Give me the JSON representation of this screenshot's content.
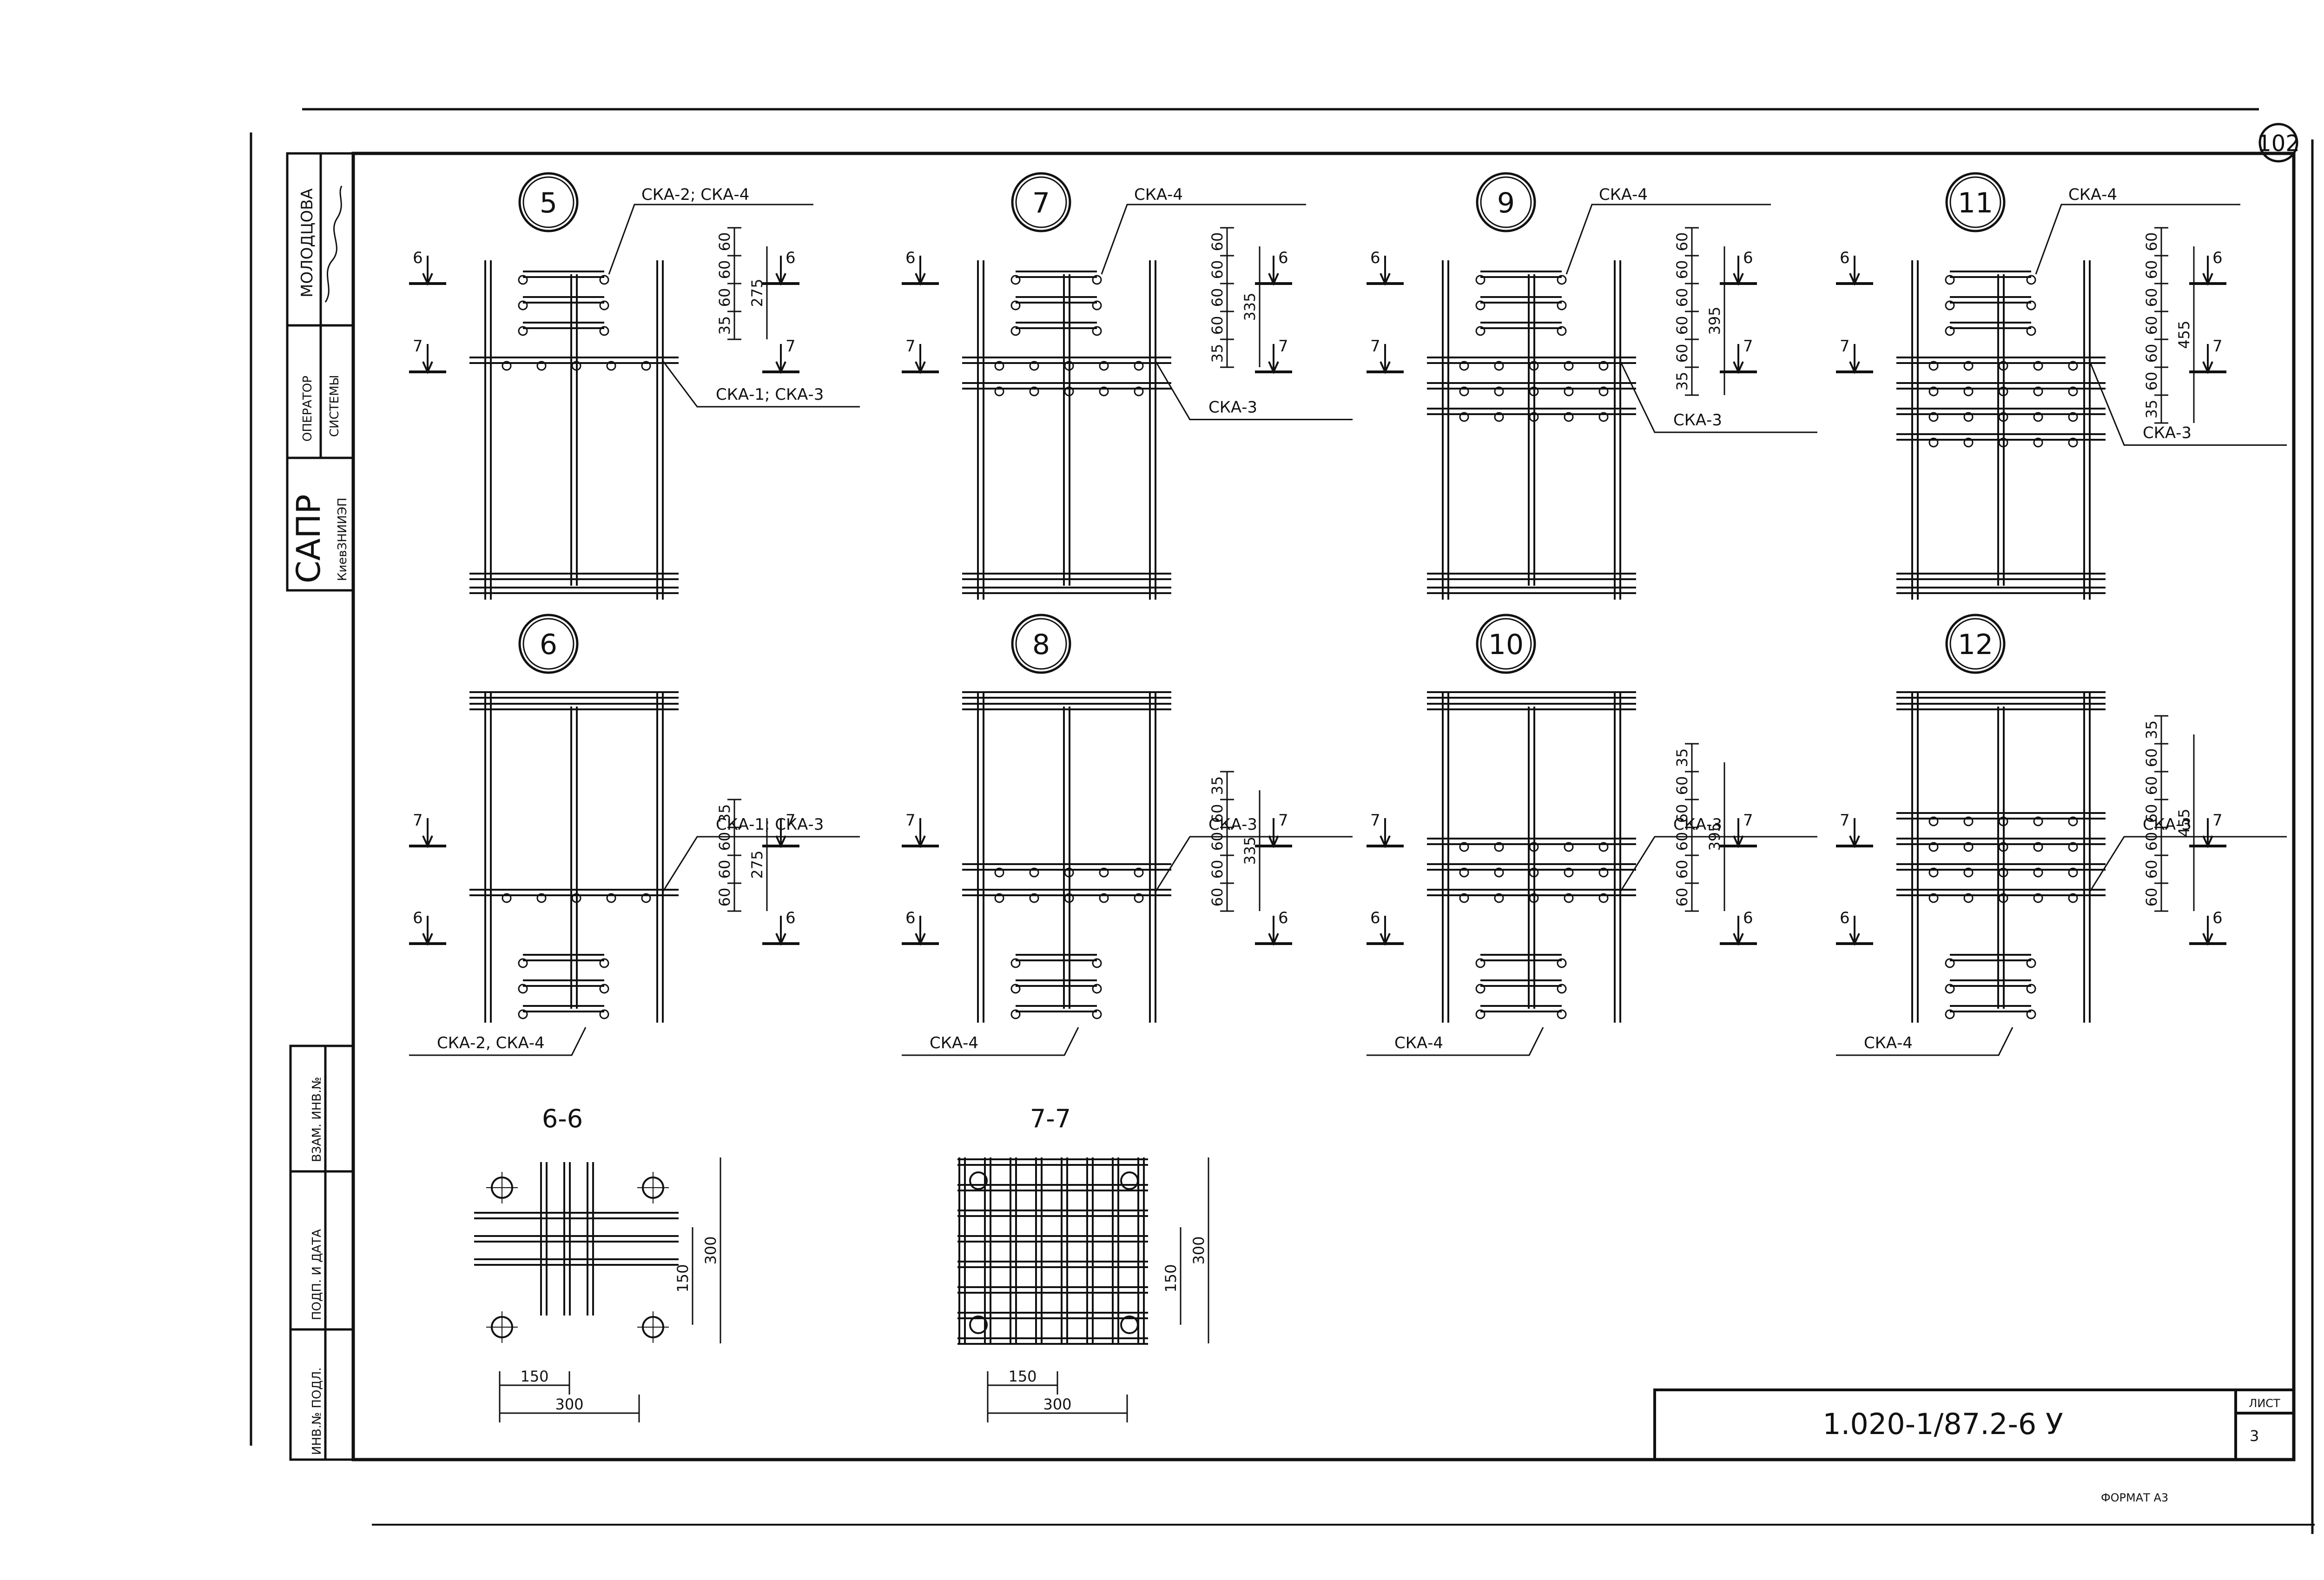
{
  "page_number": "102",
  "stamp": {
    "surname": "МОЛОДЦОВА",
    "operator_line1": "ОПЕРАТОР",
    "operator_line2": "СИСТЕМЫ",
    "system": "САПР",
    "organization": "КиевЗНИИЭП",
    "field_vzam": "ВЗАМ. ИНВ.№",
    "field_podp": "ПОДП. И ДАТА",
    "field_inv": "ИНВ.№ ПОДЛ."
  },
  "title_block": {
    "designation": "1.020-1/87.2-6 У",
    "sheet_label": "ЛИСТ",
    "sheet_number": "3"
  },
  "format_label": "ФОРМАТ А3",
  "nodes": [
    {
      "number": "5",
      "top_label": "СКА-2; СКА-4",
      "low_label": "СКА-1; СКА-3",
      "dims": [
        "60",
        "60",
        "60",
        "35"
      ],
      "total": "275",
      "cut_a": "6",
      "cut_b": "7"
    },
    {
      "number": "7",
      "top_label": "СКА-4",
      "low_label": "СКА-3",
      "dims": [
        "60",
        "60",
        "60",
        "60",
        "35"
      ],
      "total": "335",
      "cut_a": "6",
      "cut_b": "7"
    },
    {
      "number": "9",
      "top_label": "СКА-4",
      "low_label": "СКА-3",
      "dims": [
        "60",
        "60",
        "60",
        "60",
        "60",
        "35"
      ],
      "total": "395",
      "cut_a": "6",
      "cut_b": "7"
    },
    {
      "number": "11",
      "top_label": "СКА-4",
      "low_label": "СКА-3",
      "dims": [
        "60",
        "60",
        "60",
        "60",
        "60",
        "60",
        "35"
      ],
      "total": "455",
      "cut_a": "6",
      "cut_b": "7"
    },
    {
      "number": "6",
      "top_label": "СКА-1; СКА-3",
      "low_label": "СКА-2, СКА-4",
      "dims": [
        "35",
        "60",
        "60",
        "60"
      ],
      "total": "275",
      "cut_a": "7",
      "cut_b": "6"
    },
    {
      "number": "8",
      "top_label": "СКА-3",
      "low_label": "СКА-4",
      "dims": [
        "35",
        "60",
        "60",
        "60",
        "60"
      ],
      "total": "335",
      "cut_a": "7",
      "cut_b": "6"
    },
    {
      "number": "10",
      "top_label": "СКА-3",
      "low_label": "СКА-4",
      "dims": [
        "35",
        "60",
        "60",
        "60",
        "60",
        "60"
      ],
      "total": "395",
      "cut_a": "7",
      "cut_b": "6"
    },
    {
      "number": "12",
      "top_label": "СКА-3",
      "low_label": "СКА-4",
      "dims": [
        "35",
        "60",
        "60",
        "60",
        "60",
        "60",
        "60"
      ],
      "total": "455",
      "cut_a": "7",
      "cut_b": "6"
    }
  ],
  "sections": [
    {
      "title": "6-6",
      "dim_small": "150",
      "dim_large": "300"
    },
    {
      "title": "7-7",
      "dim_small": "150",
      "dim_large": "300"
    }
  ]
}
